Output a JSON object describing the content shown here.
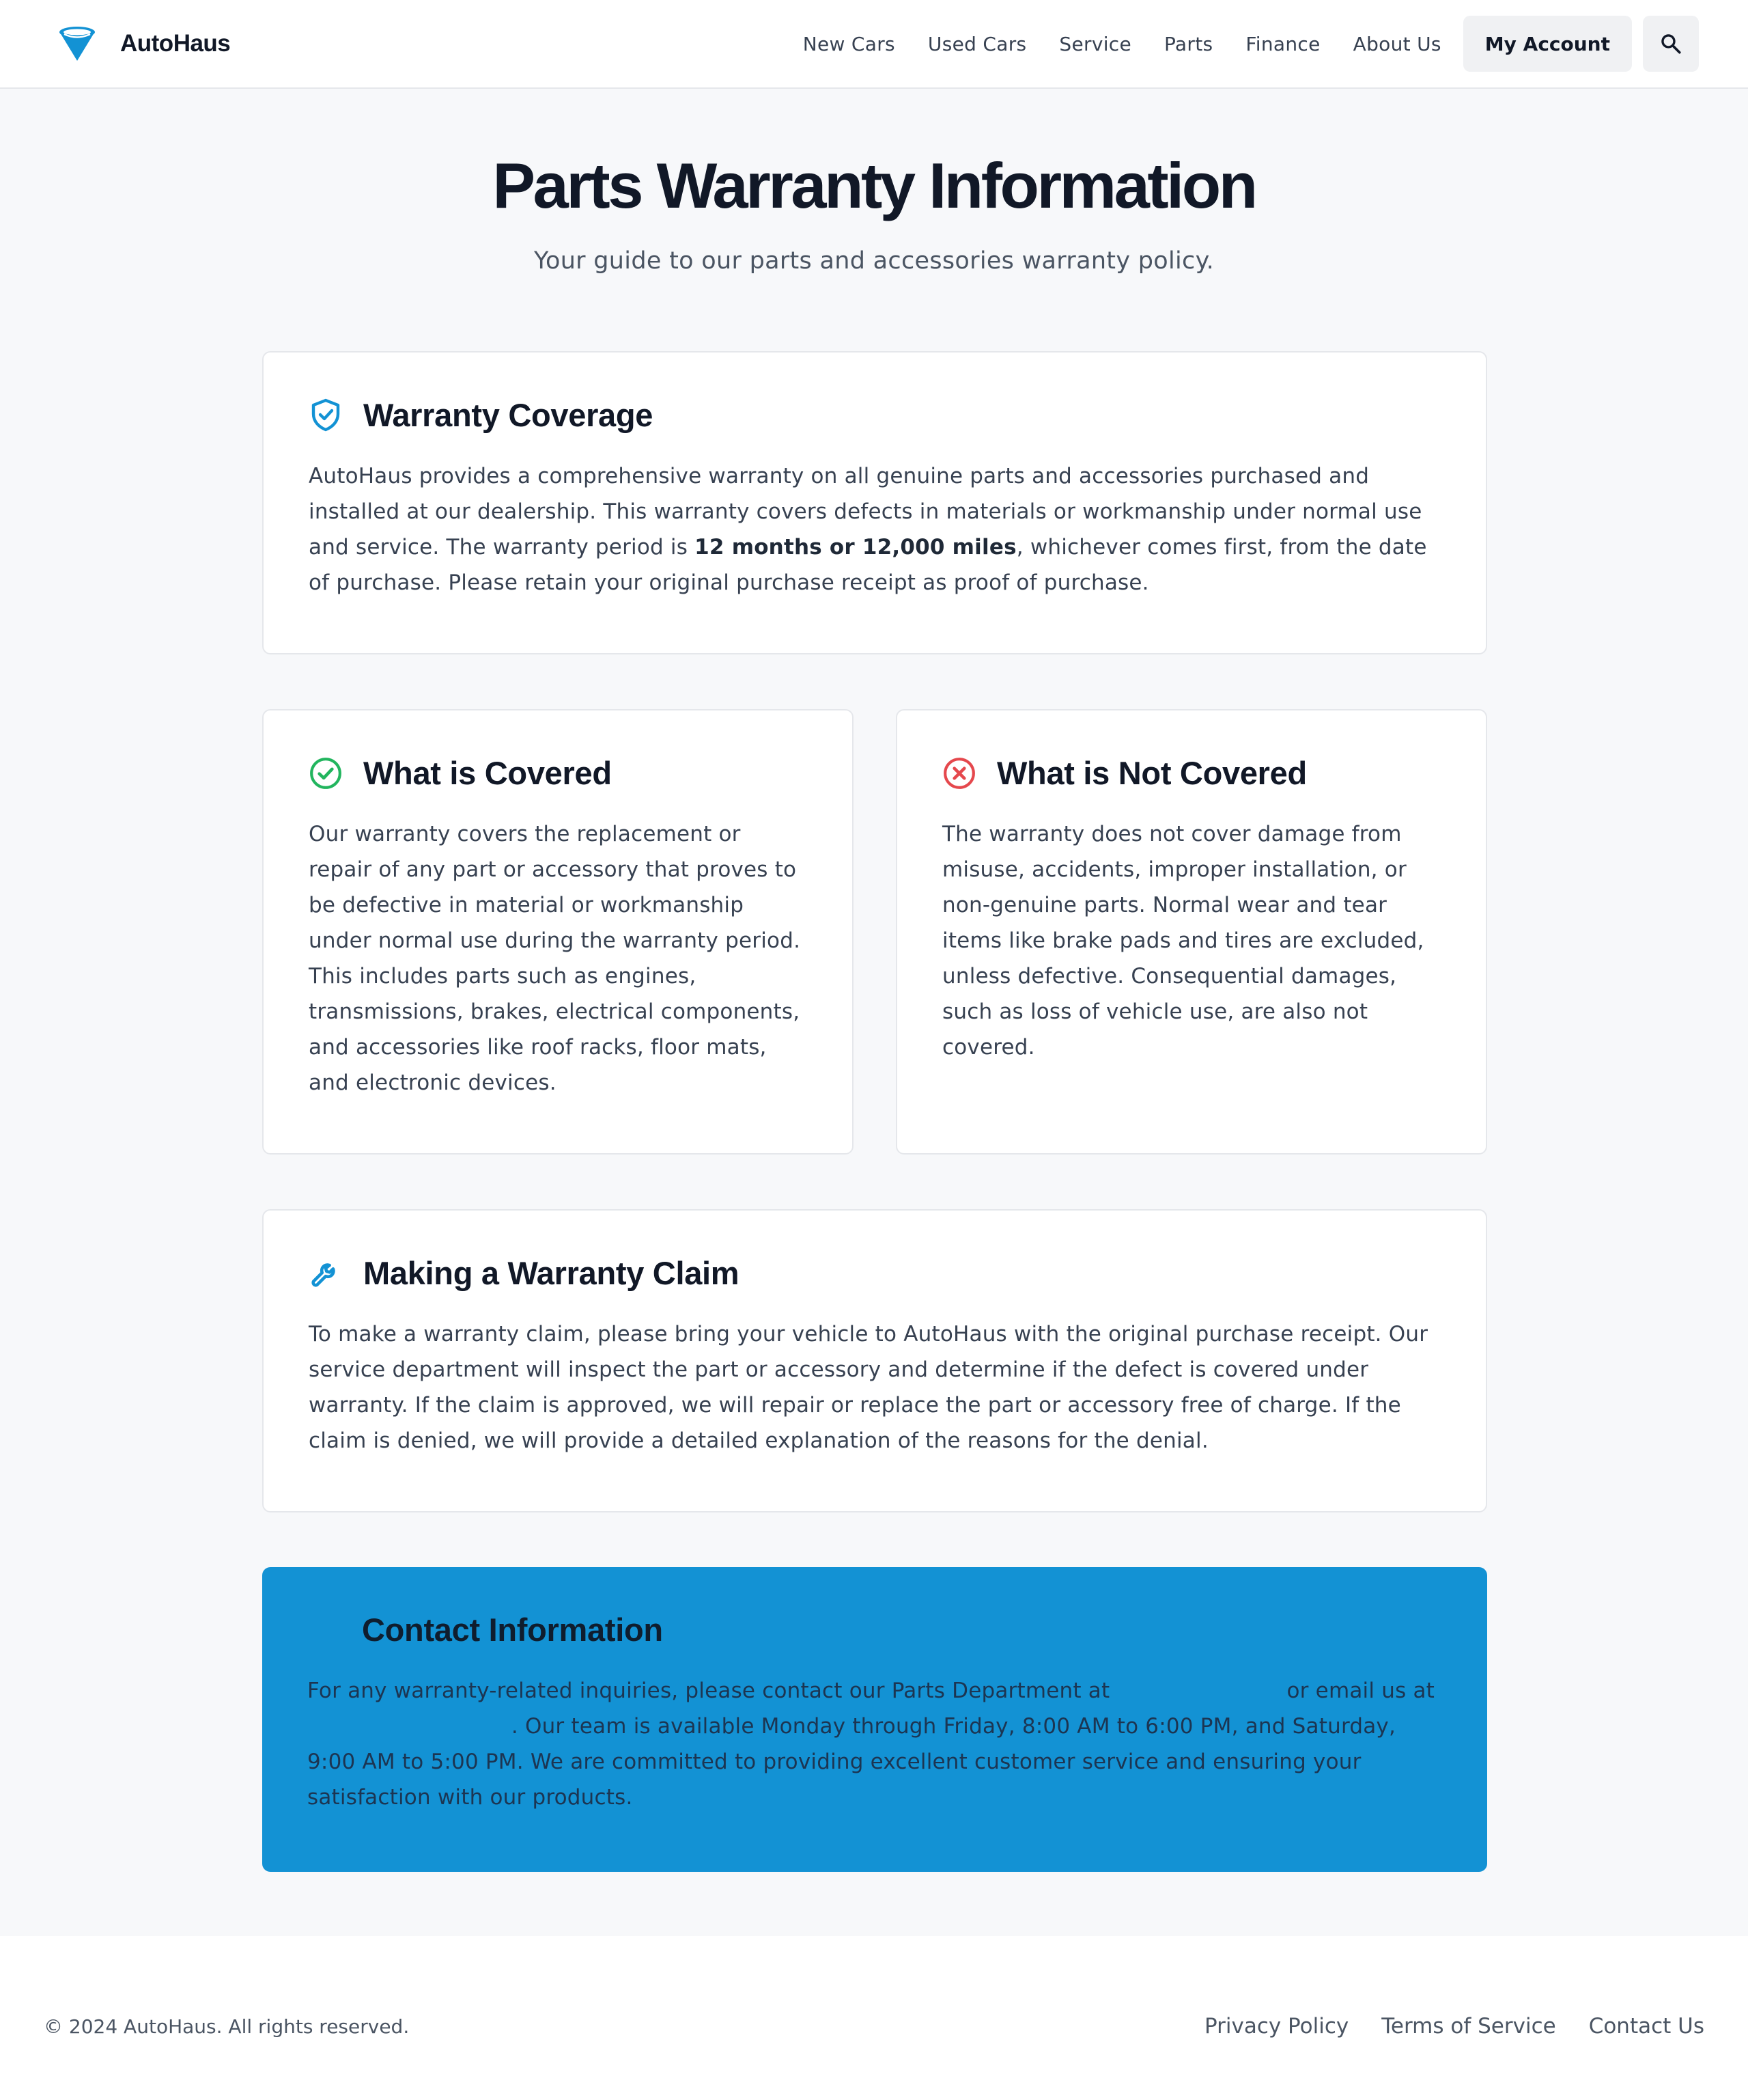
{
  "header": {
    "brand_name": "AutoHaus",
    "nav": [
      "New Cars",
      "Used Cars",
      "Service",
      "Parts",
      "Finance",
      "About Us"
    ],
    "account_label": "My Account",
    "search_icon": "search-icon"
  },
  "hero": {
    "title": "Parts Warranty Information",
    "subtitle": "Your guide to our parts and accessories warranty policy."
  },
  "coverage": {
    "title": "Warranty Coverage",
    "icon": "shield-check-icon",
    "text_before": "AutoHaus provides a comprehensive warranty on all genuine parts and accessories purchased and installed at our dealership. This warranty covers defects in materials or workmanship under normal use and service. The warranty period is ",
    "text_bold": "12 months or 12,000 miles",
    "text_after": ", whichever comes first, from the date of purchase. Please retain your original purchase receipt as proof of purchase."
  },
  "covered": {
    "title": "What is Covered",
    "icon": "check-circle-icon",
    "text": "Our warranty covers the replacement or repair of any part or accessory that proves to be defective in material or workmanship under normal use during the warranty period. This includes parts such as engines, transmissions, brakes, electrical components, and accessories like roof racks, floor mats, and electronic devices."
  },
  "not_covered": {
    "title": "What is Not Covered",
    "icon": "x-circle-icon",
    "text": "The warranty does not cover damage from misuse, accidents, improper installation, or non-genuine parts. Normal wear and tear items like brake pads and tires are excluded, unless defective. Consequential damages, such as loss of vehicle use, are also not covered."
  },
  "claim": {
    "title": "Making a Warranty Claim",
    "icon": "wrench-icon",
    "text": "To make a warranty claim, please bring your vehicle to AutoHaus with the original purchase receipt. Our service department will inspect the part or accessory and determine if the defect is covered under warranty. If the claim is approved, we will repair or replace the part or accessory free of charge. If the claim is denied, we will provide a detailed explanation of the reasons for the denial."
  },
  "contact": {
    "title": "Contact Information",
    "text_1": "For any warranty-related inquiries, please contact our Parts Department at ",
    "text_2": " or email us at ",
    "text_3": ". Our team is available Monday through Friday, 8:00 AM to 6:00 PM, and Saturday, 9:00 AM to 5:00 PM. We are committed to providing excellent customer service and ensuring your satisfaction with our products."
  },
  "footer": {
    "copyright": "© 2024 AutoHaus. All rights reserved.",
    "links": [
      "Privacy Policy",
      "Terms of Service",
      "Contact Us"
    ]
  },
  "colors": {
    "accent": "#1392d4",
    "success": "#22b55e",
    "danger": "#e5484d",
    "text_dark": "#111827"
  }
}
